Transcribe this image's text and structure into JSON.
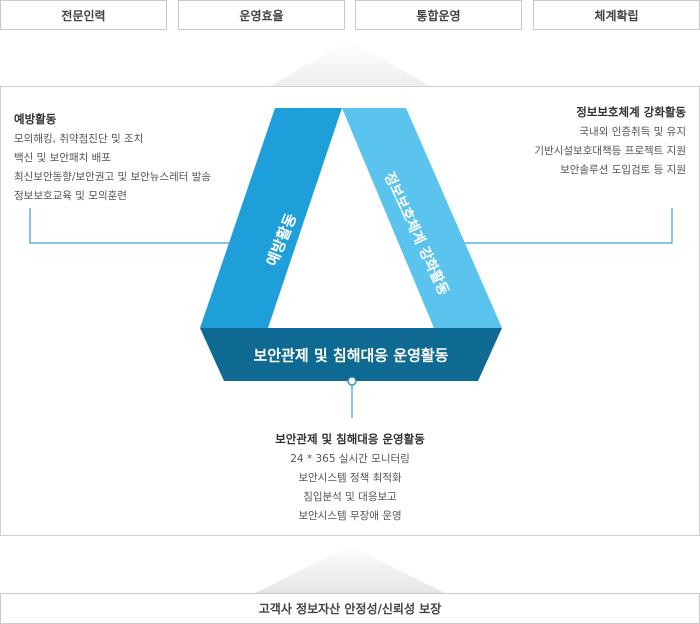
{
  "top_tabs": [
    {
      "label": "전문인력"
    },
    {
      "label": "운영효율"
    },
    {
      "label": "통합운영"
    },
    {
      "label": "체계확립"
    }
  ],
  "diagram": {
    "left_bar_label": "예방활동",
    "right_bar_label": "정보보호체계 강화활동",
    "bottom_bar_label": "보안관제 및 침해대응 운영활동",
    "colors": {
      "left_bar": "#1e9fd9",
      "right_bar": "#5bc4ee",
      "bottom_bar": "#0e6a92",
      "connector": "#1689bd"
    }
  },
  "prevention": {
    "title": "예방활동",
    "items": [
      "모의해킹, 취약점진단 및 조치",
      "백신 및 보안패치 배포",
      "최신보안동향/보안권고 및 보안뉴스레터 발송",
      "정보보호교육 및 모의훈련"
    ]
  },
  "strengthening": {
    "title": "정보보호체계 강화활동",
    "items": [
      "국내외 인증취득 및 유지",
      "기반시설보호대책등 프로젝트 지원",
      "보안솔루션 도입검토 등 지원"
    ]
  },
  "operations": {
    "title": "보안관제 및 침해대응 운영활동",
    "items": [
      "24 * 365 실시간 모니터링",
      "보안시스템 정책 최적화",
      "침입분석 및 대응보고",
      "보안시스템 무장애 운영"
    ]
  },
  "footer": {
    "label": "고객사 정보자산 안정성/신뢰성 보장"
  }
}
